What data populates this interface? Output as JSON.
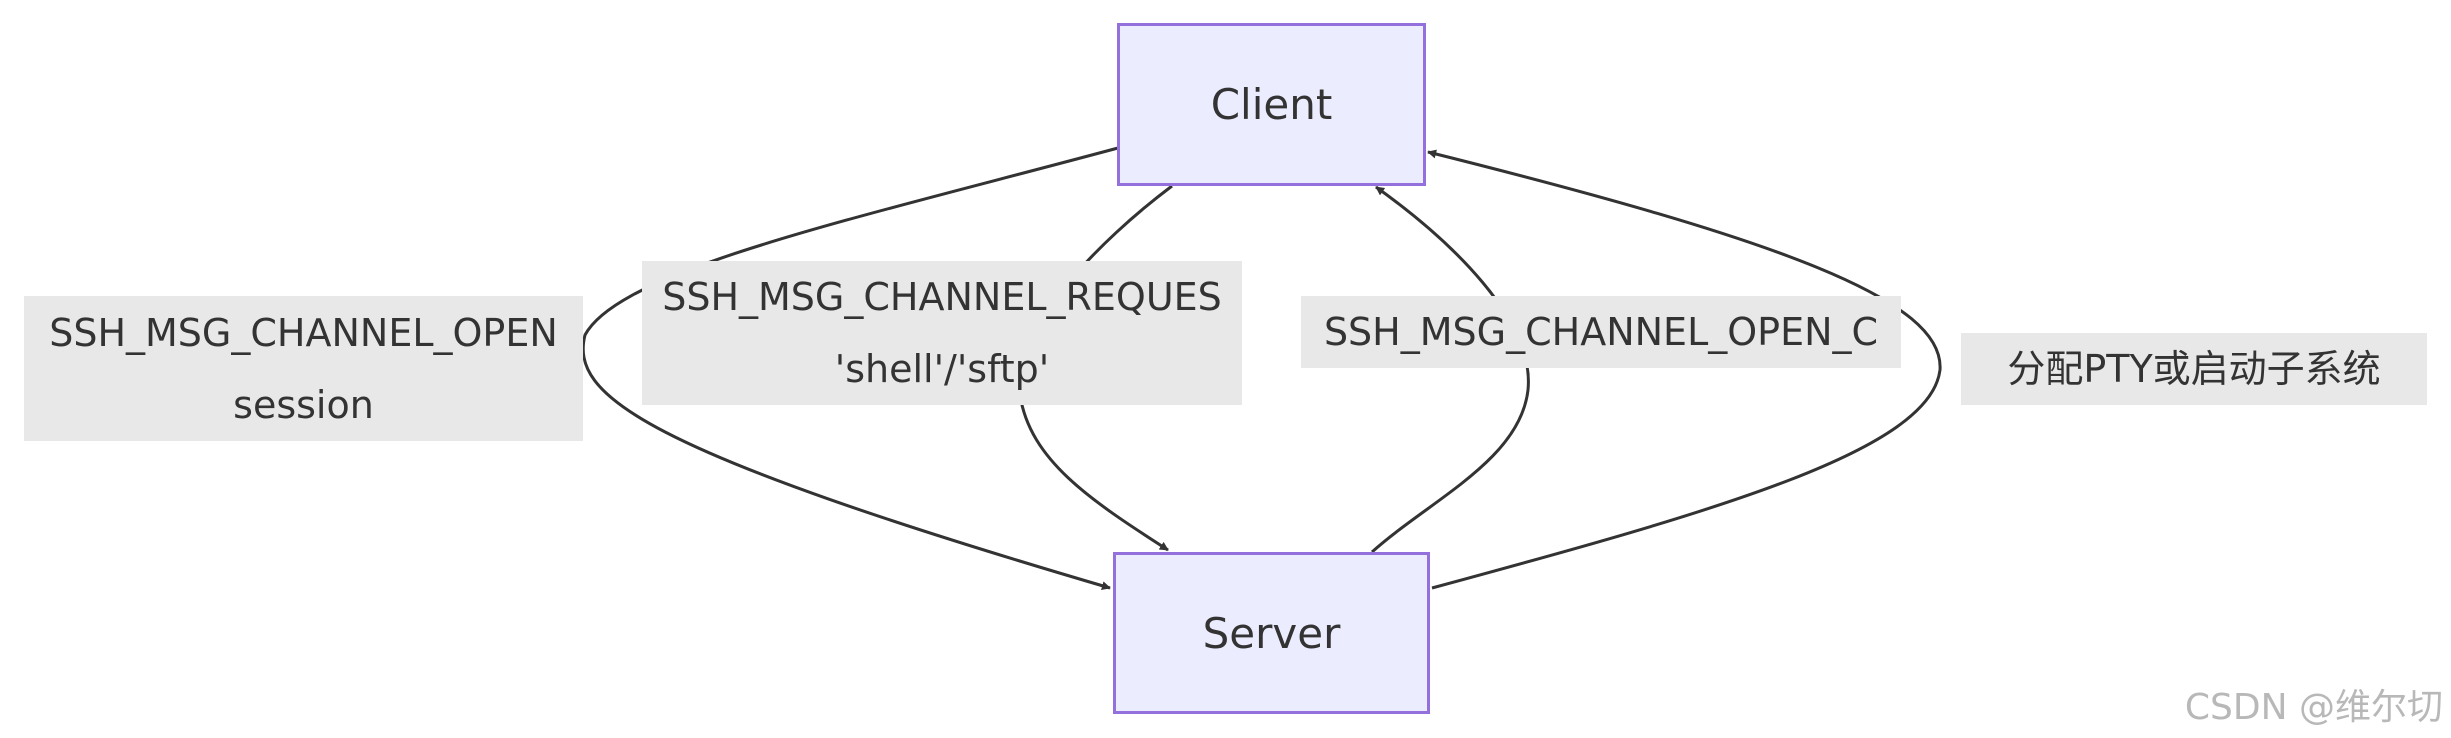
{
  "nodes": {
    "client": "Client",
    "server": "Server"
  },
  "edge_labels": {
    "channel_open": {
      "line1": "SSH_MSG_CHANNEL_OPEN",
      "line2": "session"
    },
    "channel_request": {
      "line1": "SSH_MSG_CHANNEL_REQUES",
      "line2": "'shell'/'sftp'"
    },
    "channel_open_confirm": {
      "line1": "SSH_MSG_CHANNEL_OPEN_C"
    },
    "allocate": {
      "line1": "分配PTY或启动子系统"
    }
  },
  "watermark": "CSDN @维尔切",
  "colors": {
    "node_fill": "#ececff",
    "node_border": "#9370db",
    "edge": "#333333",
    "label_bg": "#e8e8e8",
    "text": "#333333"
  }
}
